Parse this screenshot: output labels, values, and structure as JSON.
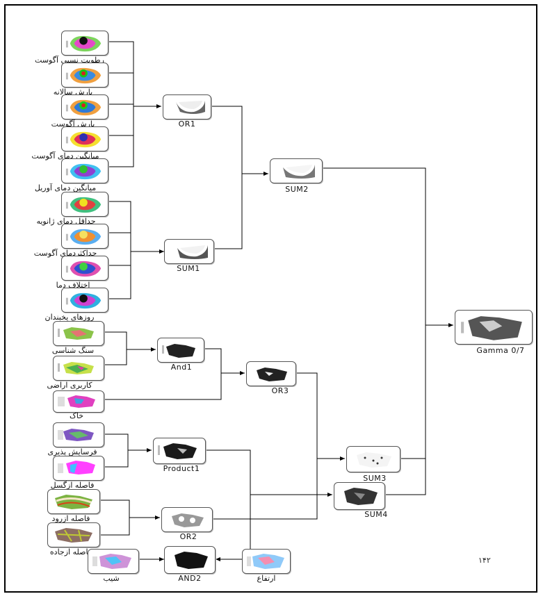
{
  "layers": {
    "l1": "رطوبت نسبی آگوست",
    "l2": "بارش سالانه",
    "l3": "بارش آگوست",
    "l4": "میانگین دمای آگوست",
    "l5": "میانگین دمای آوریل",
    "l6": "حداقل دمای ژانویه",
    "l7": "حداکثردمای آگوست",
    "l8": "اختلاف دما",
    "l9": "روزهای یخبندان",
    "l10": "سنگ شناسی",
    "l11": "کاربری اراضی",
    "l12": "خاک",
    "l13": "فرسایش پذیری",
    "l14": "فاصله ازگسل",
    "l15": "فاصله ازرود",
    "l16": "فاصله ازجاده",
    "l17": "شیب",
    "l18": "ارتفاع"
  },
  "operators": {
    "or1": "OR1",
    "sum1": "SUM1",
    "sum2": "SUM2",
    "and1": "And1",
    "or3": "OR3",
    "product1": "Product1",
    "or2": "OR2",
    "and2": "AND2",
    "sum3": "SUM3",
    "sum4": "SUM4",
    "gamma": "Gamma  0/7"
  },
  "page_number": "۱۴۲",
  "icons": {
    "climate_layer": "climate-map-thumbnail-icon",
    "region_layer": "region-map-thumbnail-icon",
    "result_layer": "grayscale-result-map-icon"
  },
  "colors": {
    "wire": "#000000",
    "frame": "#000000"
  }
}
